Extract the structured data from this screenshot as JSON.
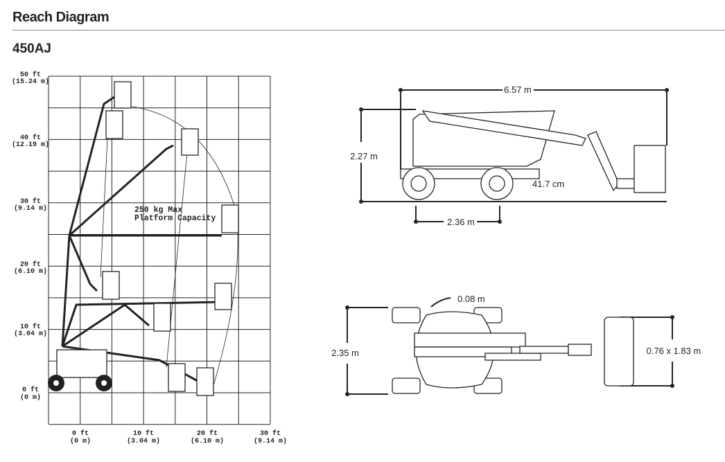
{
  "header": {
    "title": "Reach Diagram",
    "model": "450AJ"
  },
  "reach_diagram": {
    "y_labels": [
      {
        "ft": "50 ft",
        "m": "(15.24 m)"
      },
      {
        "ft": "40 ft",
        "m": "(12.19 m)"
      },
      {
        "ft": "30 ft",
        "m": "(9.14 m)"
      },
      {
        "ft": "20 ft",
        "m": "(6.10 m)"
      },
      {
        "ft": "10 ft",
        "m": "(3.04 m)"
      },
      {
        "ft": "0 ft",
        "m": "(0 m)"
      }
    ],
    "x_labels": [
      {
        "ft": "0 ft",
        "m": "(0 m)"
      },
      {
        "ft": "10 ft",
        "m": "(3.04 m)"
      },
      {
        "ft": "20 ft",
        "m": "(6.10 m)"
      },
      {
        "ft": "30 ft",
        "m": "(9.14 m)"
      }
    ],
    "capacity_line1": "250 kg Max",
    "capacity_line2": "Platform Capacity"
  },
  "side_view": {
    "overall_length": "6.57 m",
    "stowed_height": "2.27 m",
    "ground_clearance": "41.7 cm",
    "wheelbase": "2.36 m"
  },
  "top_view": {
    "tail_swing": "0.08 m",
    "overall_width": "2.35 m",
    "platform_size": "0.76 x 1.83 m"
  }
}
